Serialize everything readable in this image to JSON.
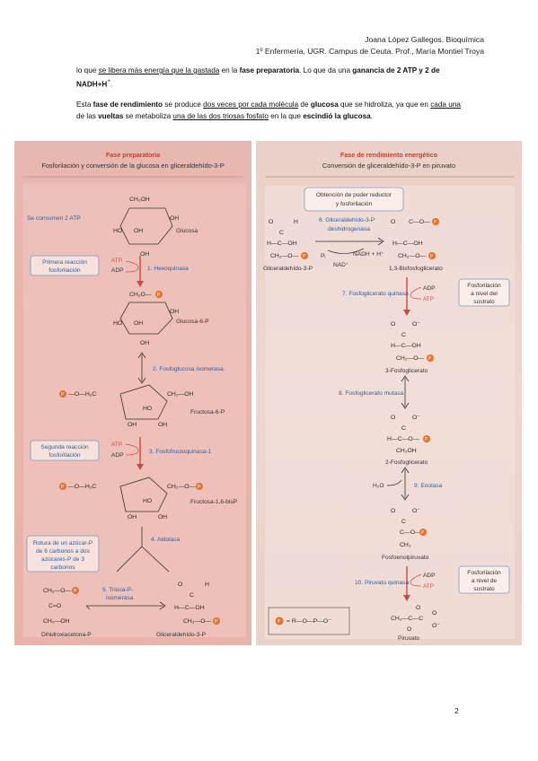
{
  "header": {
    "line1": "Joana López Gallegos. Bioquímica",
    "line2": "1º Enfermería, UGR. Campus de Ceuta. Prof., María Montiel Troya"
  },
  "paragraph1": {
    "a": "lo que ",
    "b": "se libera más energía que la gastada",
    "c": " en la ",
    "d": "fase preparatoria",
    "e": ". Lo que da una ",
    "f": "ganancia de 2 ATP y 2 de NADH+H",
    "g": "⁺",
    "h": "."
  },
  "paragraph2": {
    "a": "Esta ",
    "b": "fase de rendimiento",
    "c": " se produce ",
    "d": "dos veces por cada molécula",
    "e": " de ",
    "f": "glucosa",
    "g": " que se hidroliza, ya que en ",
    "h": "cada una",
    "i": " de las ",
    "j": "vueltas",
    "k": " se metaboliza ",
    "l": "una de las dos triosas fosfato",
    "m": " en la que ",
    "n": "escindió la glucosa",
    "o": "."
  },
  "left_figure": {
    "title1": "Fase preparatoria",
    "title2": "Fosforilación y conversión de la glucosa en gliceraldehído-3-P",
    "consumed": "Se consumen 2 ATP",
    "first_reaction": [
      "Primera reacción",
      "fosforilación"
    ],
    "second_reaction": [
      "Segunda reacción",
      "fosforilación"
    ],
    "rupture": [
      "Rotura de un azúcar-P",
      "de 6 carbonos a dos",
      "azúcares-P de 3",
      "carbonos"
    ],
    "atp": "ATP",
    "adp": "ADP",
    "steps": [
      "1. Hexoquinasa",
      "2. Fosfoglucosa isomerasa",
      "3. Fosfofructoquinasa-1",
      "4. Aldolasa",
      "5. Triosa-P-",
      "isomerasa"
    ],
    "molecules": [
      "Glucosa",
      "Glucosa-6-P",
      "Fructosa-6-P",
      "Fructosa-1,6-bisP",
      "Dihidroxiacetona-P",
      "Gliceraldehído-3-P"
    ]
  },
  "right_figure": {
    "title1": "Fase de rendimiento energético",
    "title2": "Conversión de gliceraldehído-3-P en piruvato",
    "box": [
      "Obtención de poder reductor",
      "y fosforilación"
    ],
    "steps": [
      "6. Gliceraldehído-3-P",
      "deshidrogenasa",
      "7. Fosfoglicerato quinasa",
      "8. Fosfoglicerato mutasa",
      "9. Enolasa",
      "10. Piruvato quinasa"
    ],
    "cofactors": [
      "Pᵢ",
      "NAD⁺",
      "NADH + H⁺",
      "ADP",
      "ATP",
      "H₂O"
    ],
    "substrate_phos": [
      "Fosforilación",
      "a nivel del",
      "sustrato"
    ],
    "substrate_phos2": [
      "Fosforilación",
      "a nivel de",
      "sustrato"
    ],
    "molecules": [
      "Gliceraldehído-3-P",
      "1,3-Bisfosfoglicerato",
      "3-Fosfoglicerato",
      "2-Fosfoglicerato",
      "Fosfoenolpiruvato",
      "Piruvato"
    ],
    "legend": "= R—O—P—O⁻"
  },
  "page_number": "2"
}
